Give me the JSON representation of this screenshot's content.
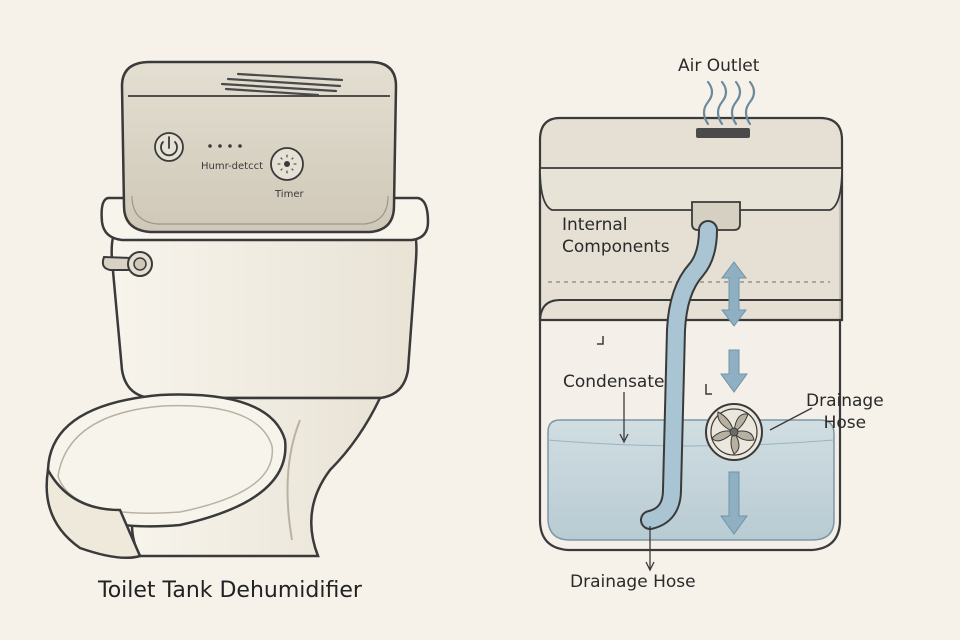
{
  "left_figure": {
    "title": "Toilet Tank Dehumidifier",
    "device": {
      "mode_label": "Humr-detcct",
      "timer_label": "Timer",
      "power_icon": "power-icon",
      "timer_icon": "sun-dial-icon"
    }
  },
  "right_figure": {
    "labels": {
      "air_outlet": "Air Outlet",
      "internal_components": "Internal\nComponents",
      "condensate": "Condensate",
      "drainage_hose_side": "Drainage\nHose",
      "drainage_hose_bottom": "Drainage Hose"
    },
    "icons": [
      "airflow-wave-icon",
      "fan-icon",
      "flow-arrow-icon"
    ]
  },
  "colors": {
    "background": "#f6f2ea",
    "device_body": "#dcd6c8",
    "porcelain": "#f4f0e6",
    "outline": "#3a3a3a",
    "water": "#bcd0d9",
    "hose": "#a9c4d3",
    "arrow": "#8fb0c2"
  }
}
